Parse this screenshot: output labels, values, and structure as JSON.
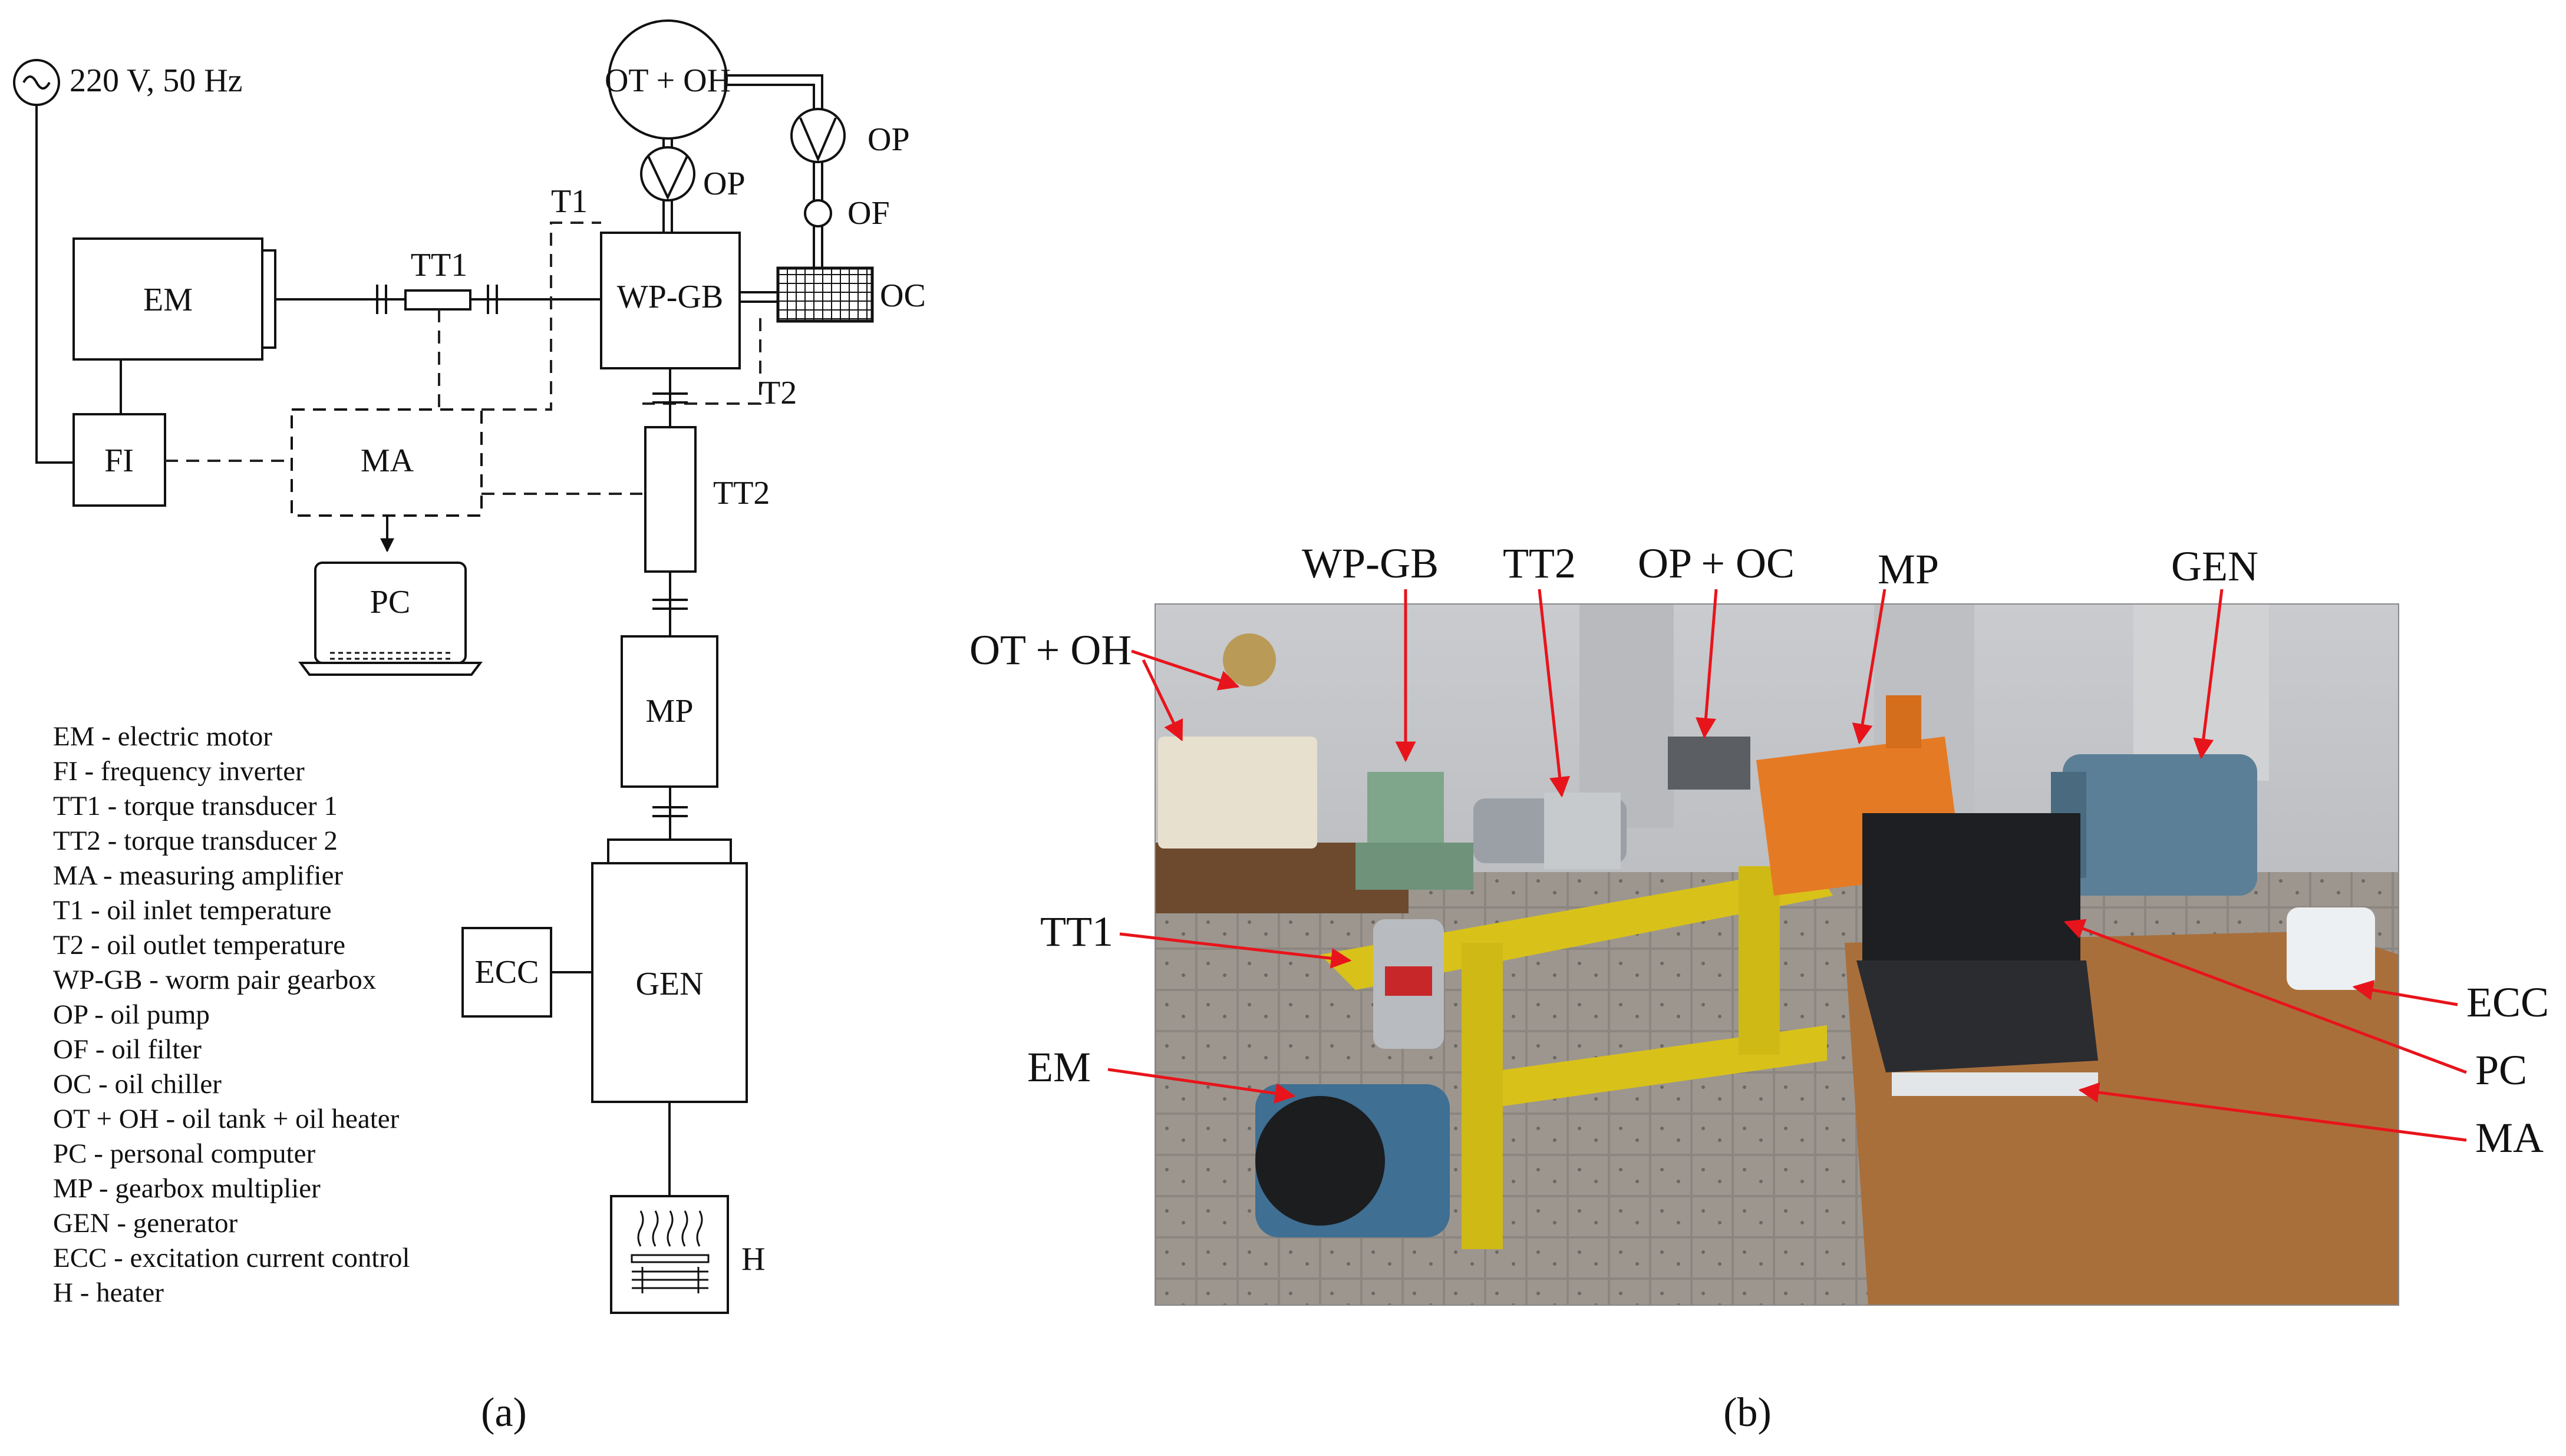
{
  "supply_label": "220 V, 50 Hz",
  "labels": {
    "otoh": "OT + OH",
    "op_top": "OP",
    "op_mid": "OP",
    "of": "OF",
    "oc": "OC",
    "t1": "T1",
    "t2": "T2",
    "em": "EM",
    "tt1": "TT1",
    "wpgb": "WP-GB",
    "fi": "FI",
    "ma": "MA",
    "tt2": "TT2",
    "pc": "PC",
    "mp": "MP",
    "ecc": "ECC",
    "gen": "GEN",
    "h": "H"
  },
  "legend": [
    "EM - electric motor",
    "FI - frequency inverter",
    "TT1 - torque transducer 1",
    "TT2 - torque transducer 2",
    "MA - measuring amplifier",
    "T1 - oil inlet temperature",
    "T2 - oil outlet temperature",
    "WP-GB - worm pair gearbox",
    "OP - oil pump",
    "OF - oil filter",
    "OC - oil chiller",
    "OT + OH - oil tank + oil heater",
    "PC - personal computer",
    "MP - gearbox multiplier",
    "GEN - generator",
    "ECC - excitation current control",
    "H - heater"
  ],
  "photo_labels": {
    "wpgb": "WP-GB",
    "tt2": "TT2",
    "opoc": "OP + OC",
    "mp": "MP",
    "gen": "GEN",
    "otoh": "OT + OH",
    "tt1": "TT1",
    "em": "EM",
    "ecc": "ECC",
    "pc": "PC",
    "ma": "MA"
  },
  "captions": {
    "a": "(a)",
    "b": "(b)"
  },
  "colors": {
    "arrow": "#e8141b",
    "line": "#111111"
  }
}
